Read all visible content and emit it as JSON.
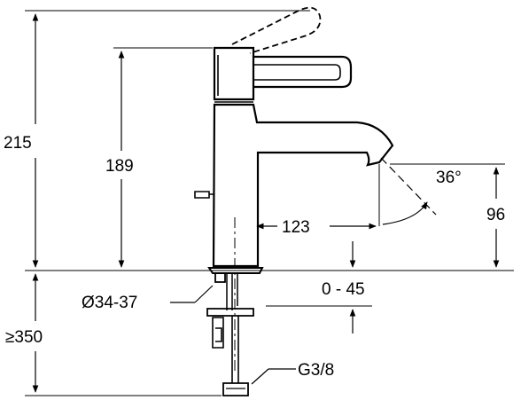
{
  "dimensions": {
    "overall_height": "215",
    "spout_height": "189",
    "spout_reach": "123",
    "outlet_height": "96",
    "spray_angle": "36°",
    "hole_diameter": "Ø34-37",
    "deck_thickness": "0 - 45",
    "under_counter": "≥350",
    "connection": "G3/8"
  }
}
